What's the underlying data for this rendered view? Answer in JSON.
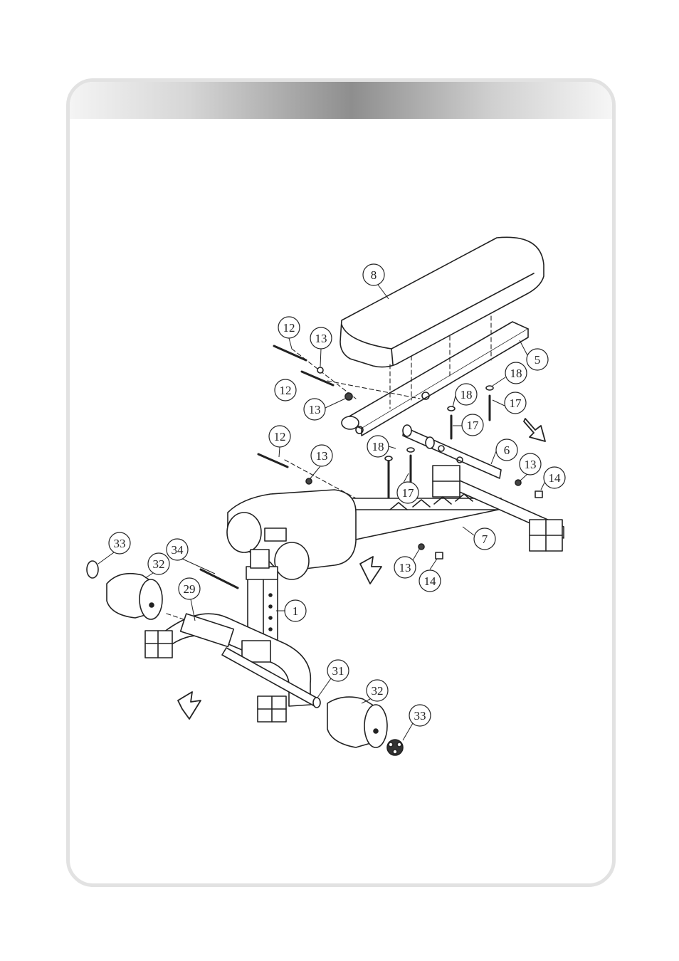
{
  "diagram": {
    "type": "exploded-assembly",
    "stroke_color": "#222222",
    "frame_color": "#e2e2e2",
    "parts": [
      {
        "id": "p8",
        "label": "8"
      },
      {
        "id": "p5",
        "label": "5"
      },
      {
        "id": "p12a",
        "label": "12"
      },
      {
        "id": "p13a",
        "label": "13"
      },
      {
        "id": "p12b",
        "label": "12"
      },
      {
        "id": "p13b",
        "label": "13"
      },
      {
        "id": "p18a",
        "label": "18"
      },
      {
        "id": "p18b",
        "label": "18"
      },
      {
        "id": "p17a",
        "label": "17"
      },
      {
        "id": "p17b",
        "label": "17"
      },
      {
        "id": "p12c",
        "label": "12"
      },
      {
        "id": "p13c",
        "label": "13"
      },
      {
        "id": "p18c",
        "label": "18"
      },
      {
        "id": "p6",
        "label": "6"
      },
      {
        "id": "p13d",
        "label": "13"
      },
      {
        "id": "p14a",
        "label": "14"
      },
      {
        "id": "p17c",
        "label": "17"
      },
      {
        "id": "p7",
        "label": "7"
      },
      {
        "id": "p33a",
        "label": "33"
      },
      {
        "id": "p34",
        "label": "34"
      },
      {
        "id": "p32a",
        "label": "32"
      },
      {
        "id": "p13e",
        "label": "13"
      },
      {
        "id": "p14b",
        "label": "14"
      },
      {
        "id": "p29",
        "label": "29"
      },
      {
        "id": "p1",
        "label": "1"
      },
      {
        "id": "p31",
        "label": "31"
      },
      {
        "id": "p32b",
        "label": "32"
      },
      {
        "id": "p33b",
        "label": "33"
      }
    ]
  }
}
